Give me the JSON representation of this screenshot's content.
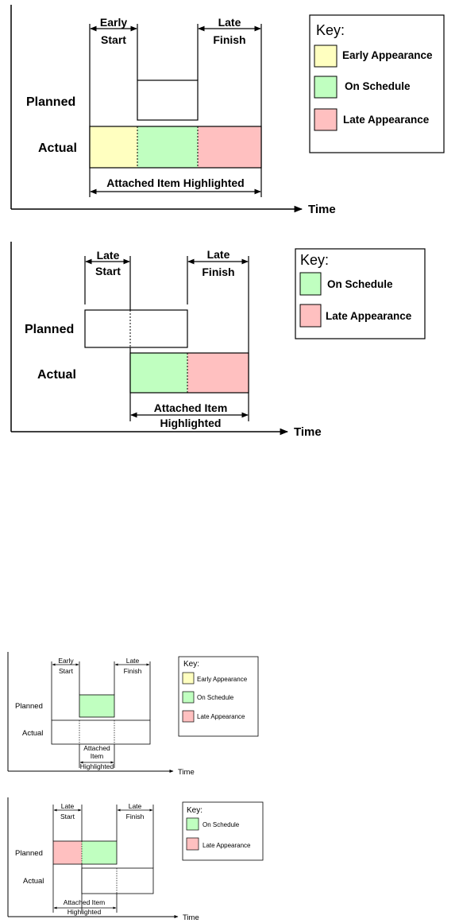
{
  "colors": {
    "early": "#ffffc0",
    "on_schedule": "#c0ffc0",
    "late": "#ffc0c0",
    "line": "#000000"
  },
  "time_label": "Time",
  "diagrams": [
    {
      "id": "d1",
      "top_left_label": [
        "Early",
        "Start"
      ],
      "top_right_label": [
        "Late",
        "Finish"
      ],
      "row_planned": "Planned",
      "row_actual": "Actual",
      "bottom_label": [
        "Attached Item Highlighted"
      ],
      "key_title": "Key:",
      "key_items": [
        {
          "label": "Early Appearance",
          "color": "#ffffc0"
        },
        {
          "label": "On Schedule",
          "color": "#c0ffc0"
        },
        {
          "label": "Late Appearance",
          "color": "#ffc0c0"
        }
      ]
    },
    {
      "id": "d2",
      "top_left_label": [
        "Late",
        "Start"
      ],
      "top_right_label": [
        "Late",
        "Finish"
      ],
      "row_planned": "Planned",
      "row_actual": "Actual",
      "bottom_label": [
        "Attached Item",
        "Highlighted"
      ],
      "key_title": "Key:",
      "key_items": [
        {
          "label": "On Schedule",
          "color": "#c0ffc0"
        },
        {
          "label": "Late Appearance",
          "color": "#ffc0c0"
        }
      ]
    },
    {
      "id": "d3",
      "top_left_label": [
        "Early",
        "Start"
      ],
      "top_right_label": [
        "Late",
        "Finish"
      ],
      "row_planned": "Planned",
      "row_actual": "Actual",
      "bottom_label": [
        "Attached",
        "Item",
        "Highlighted"
      ],
      "key_title": "Key:",
      "key_items": [
        {
          "label": "Early Appearance",
          "color": "#ffffc0"
        },
        {
          "label": "On Schedule",
          "color": "#c0ffc0"
        },
        {
          "label": "Late Appearance",
          "color": "#ffc0c0"
        }
      ]
    },
    {
      "id": "d4",
      "top_left_label": [
        "Late",
        "Start"
      ],
      "top_right_label": [
        "Late",
        "Finish"
      ],
      "row_planned": "Planned",
      "row_actual": "Actual",
      "bottom_label": [
        "Attached Item",
        "Highlighted"
      ],
      "key_title": "Key:",
      "key_items": [
        {
          "label": "On Schedule",
          "color": "#c0ffc0"
        },
        {
          "label": "Late Appearance",
          "color": "#ffc0c0"
        }
      ]
    }
  ]
}
